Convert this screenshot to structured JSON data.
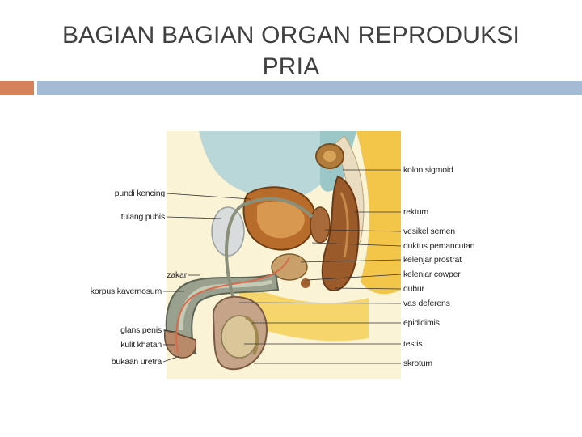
{
  "slide": {
    "title_line1": "BAGIAN BAGIAN ORGAN REPRODUKSI",
    "title_line2": "PRIA"
  },
  "colors": {
    "accent_bar": "#d5825a",
    "main_bar": "#a3bbd4",
    "title_text": "#404040"
  },
  "diagram": {
    "left_labels": {
      "pundi_kencing": "pundi kencing",
      "tulang_pubis": "tulang pubis",
      "zakar": "zakar",
      "korpus_kavernosum": "korpus kavernosum",
      "glans_penis": "glans penis",
      "kulit_khatan": "kulit khatan",
      "bukaan_uretra": "bukaan uretra"
    },
    "right_labels": {
      "kolon_sigmoid": "kolon sigmoid",
      "rektum": "rektum",
      "vesikel_semen": "vesikel semen",
      "duktus_pemancutan": "duktus pemancutan",
      "kelenjar_prostrat": "kelenjar prostrat",
      "kelenjar_cowper": "kelenjar cowper",
      "dubur": "dubur",
      "vas_deferens": "vas deferens",
      "epididimis": "epididimis",
      "testis": "testis",
      "skrotum": "skrotum"
    }
  }
}
